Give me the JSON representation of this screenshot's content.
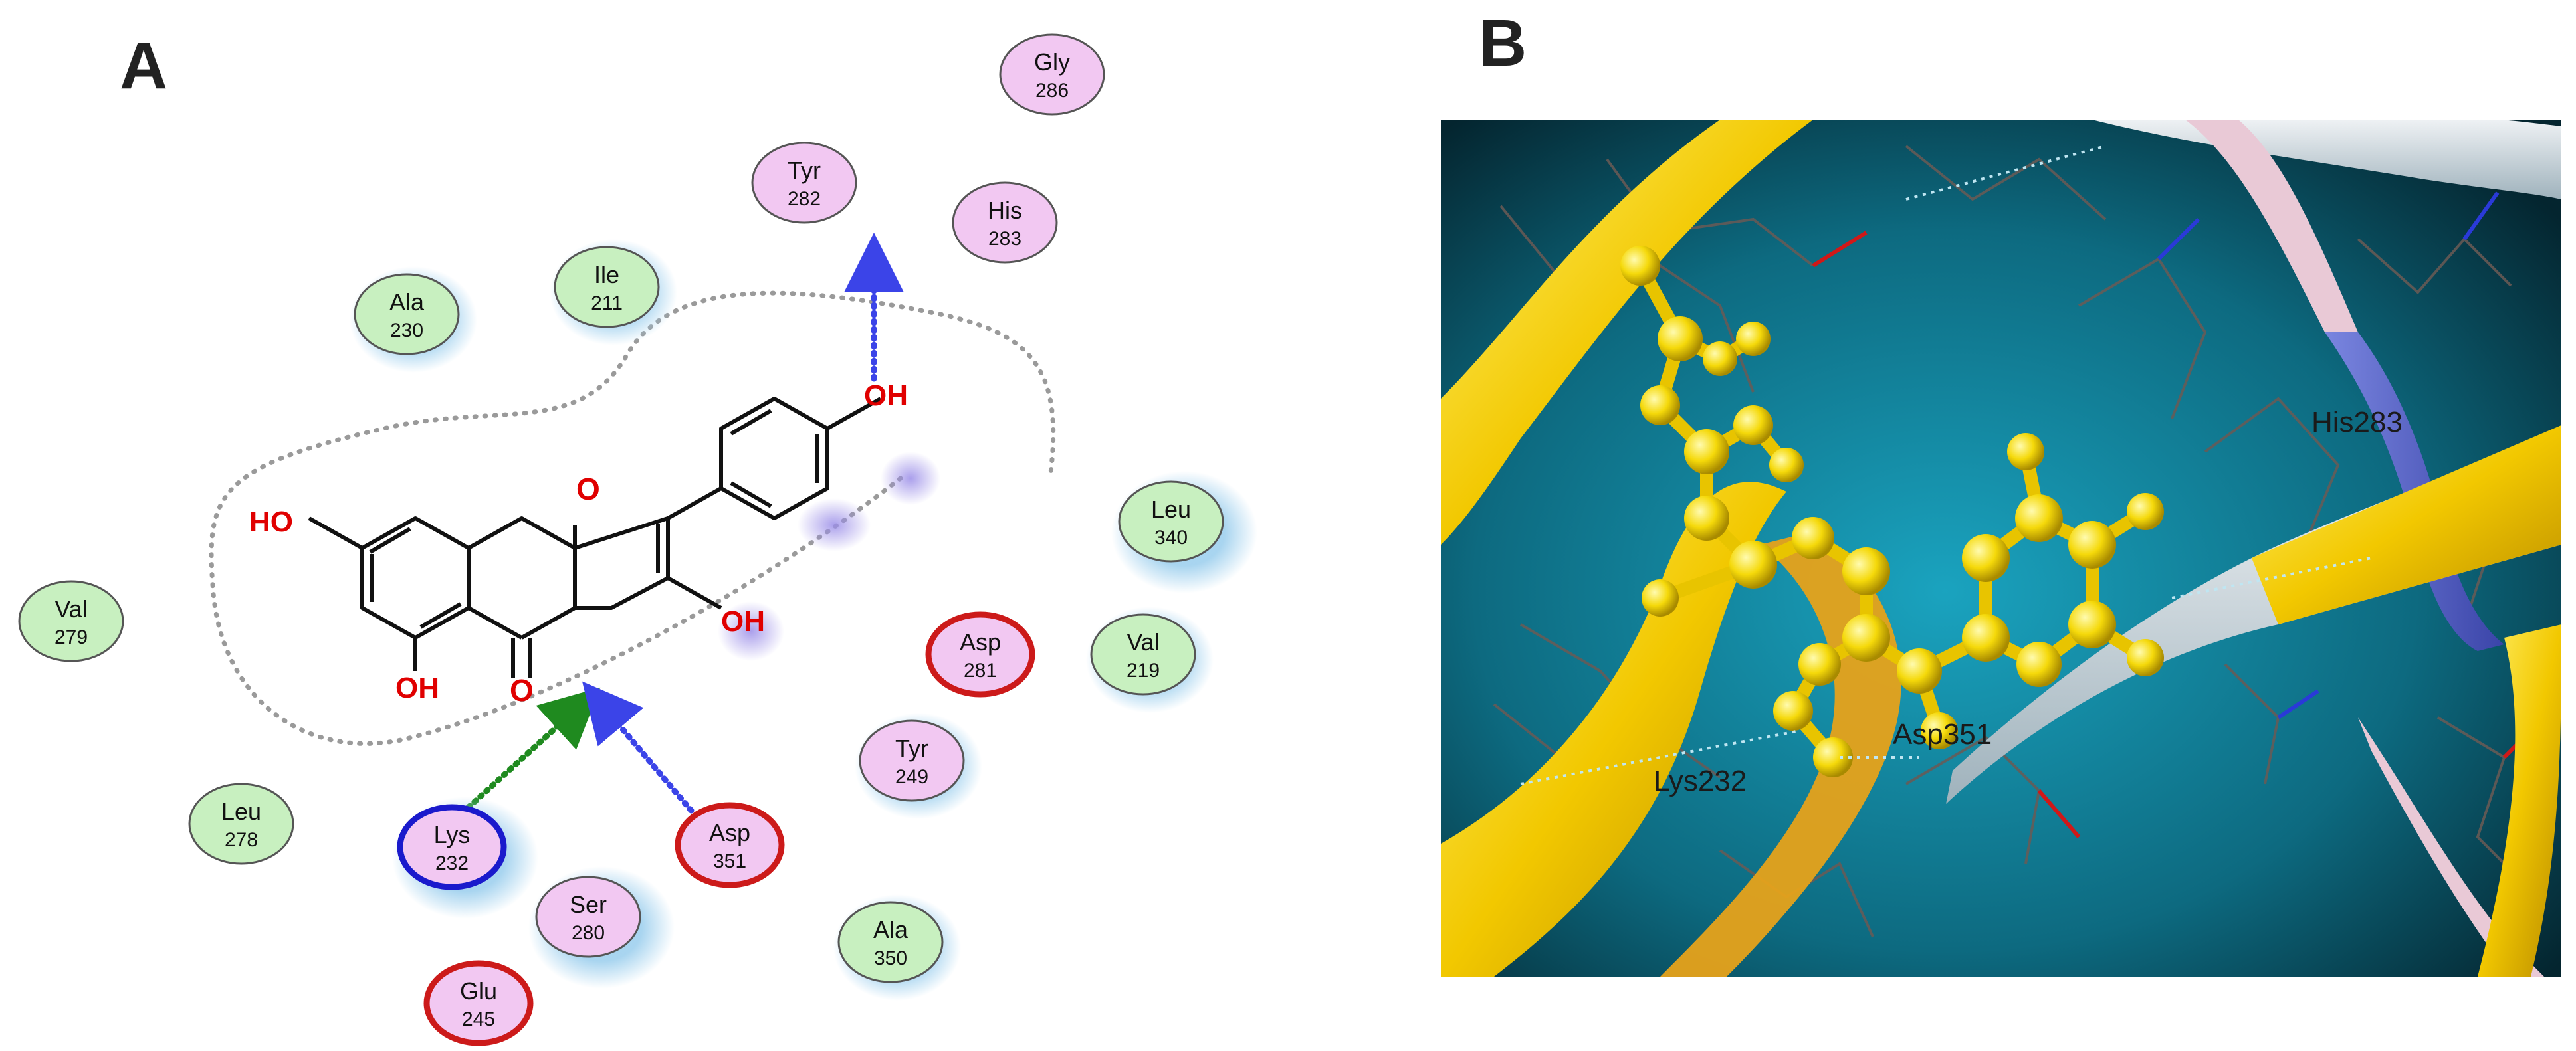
{
  "panels": {
    "left_label": "A",
    "right_label": "B"
  },
  "residues": [
    {
      "id": "gly286",
      "name": "Gly",
      "num": "286",
      "kind": "polar",
      "ring": "none",
      "exposure": 0
    },
    {
      "id": "tyr282",
      "name": "Tyr",
      "num": "282",
      "kind": "polar",
      "ring": "none",
      "exposure": 0
    },
    {
      "id": "his283",
      "name": "His",
      "num": "283",
      "kind": "polar",
      "ring": "none",
      "exposure": 0
    },
    {
      "id": "ile211",
      "name": "Ile",
      "num": "211",
      "kind": "hydrophobic",
      "ring": "none",
      "exposure": 1
    },
    {
      "id": "ala230",
      "name": "Ala",
      "num": "230",
      "kind": "hydrophobic",
      "ring": "none",
      "exposure": 1
    },
    {
      "id": "leu340",
      "name": "Leu",
      "num": "340",
      "kind": "hydrophobic",
      "ring": "none",
      "exposure": 2
    },
    {
      "id": "val279",
      "name": "Val",
      "num": "279",
      "kind": "hydrophobic",
      "ring": "none",
      "exposure": 0
    },
    {
      "id": "asp281",
      "name": "Asp",
      "num": "281",
      "kind": "polar",
      "ring": "acidic",
      "exposure": 0
    },
    {
      "id": "val219",
      "name": "Val",
      "num": "219",
      "kind": "hydrophobic",
      "ring": "none",
      "exposure": 1
    },
    {
      "id": "tyr249",
      "name": "Tyr",
      "num": "249",
      "kind": "polar",
      "ring": "none",
      "exposure": 1
    },
    {
      "id": "leu278",
      "name": "Leu",
      "num": "278",
      "kind": "hydrophobic",
      "ring": "none",
      "exposure": 0
    },
    {
      "id": "lys232",
      "name": "Lys",
      "num": "232",
      "kind": "polar",
      "ring": "basic",
      "exposure": 2
    },
    {
      "id": "asp351",
      "name": "Asp",
      "num": "351",
      "kind": "polar",
      "ring": "acidic",
      "exposure": 0
    },
    {
      "id": "ser280",
      "name": "Ser",
      "num": "280",
      "kind": "polar",
      "ring": "none",
      "exposure": 2
    },
    {
      "id": "ala350",
      "name": "Ala",
      "num": "350",
      "kind": "hydrophobic",
      "ring": "none",
      "exposure": 1
    },
    {
      "id": "glu245",
      "name": "Glu",
      "num": "245",
      "kind": "polar",
      "ring": "acidic",
      "exposure": 0
    }
  ],
  "ligand_atoms": {
    "oh_left": "HO",
    "oh_right_top": "OH",
    "oh_mid": "OH",
    "oh_bottom": "OH",
    "ring_o": "O",
    "carbonyl_o": "O"
  },
  "interactions": [
    {
      "from": "his283",
      "type": "backbone-acceptor",
      "color": "#3b44e8"
    },
    {
      "from": "lys232",
      "type": "sidechain-donor",
      "color": "#1f8a1f"
    },
    {
      "from": "asp351",
      "type": "backbone-acceptor",
      "color": "#3b44e8"
    }
  ],
  "render_labels": {
    "his": "His283",
    "lys": "Lys232",
    "asp": "Asp351"
  },
  "colors": {
    "polar_fill": "#f2c8f2",
    "hydrophobic_fill": "#c8f0c0",
    "acidic_ring": "#cc1a1a",
    "basic_ring": "#1a1acc",
    "exposure_halo": "#9fd0ee",
    "heteroatom": "#e00000",
    "pocket_line": "#9a9a9a",
    "render_bg": "#0f6f86",
    "ribbon_yellow": "#f2d200",
    "ligand_yellow": "#f5d90a"
  }
}
